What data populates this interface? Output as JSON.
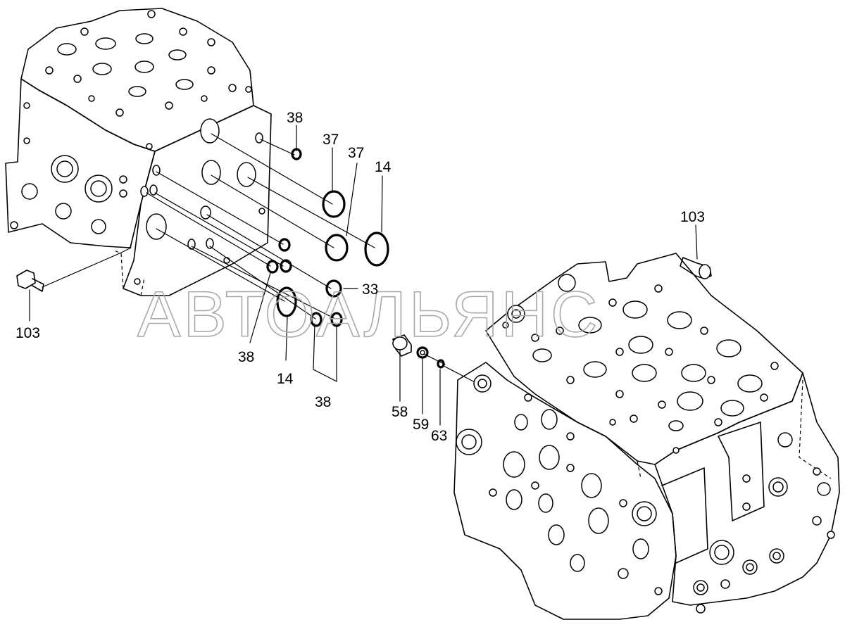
{
  "watermark": "АВТОАЛЬЯНС",
  "labels": {
    "p38_top": "38",
    "p37_a": "37",
    "p37_b": "37",
    "p14_top": "14",
    "p103_right": "103",
    "p103_left": "103",
    "p33": "33",
    "p38_mid": "38",
    "p14_bottom": "14",
    "p38_bottom": "38",
    "p58": "58",
    "p59": "59",
    "p63": "63"
  }
}
